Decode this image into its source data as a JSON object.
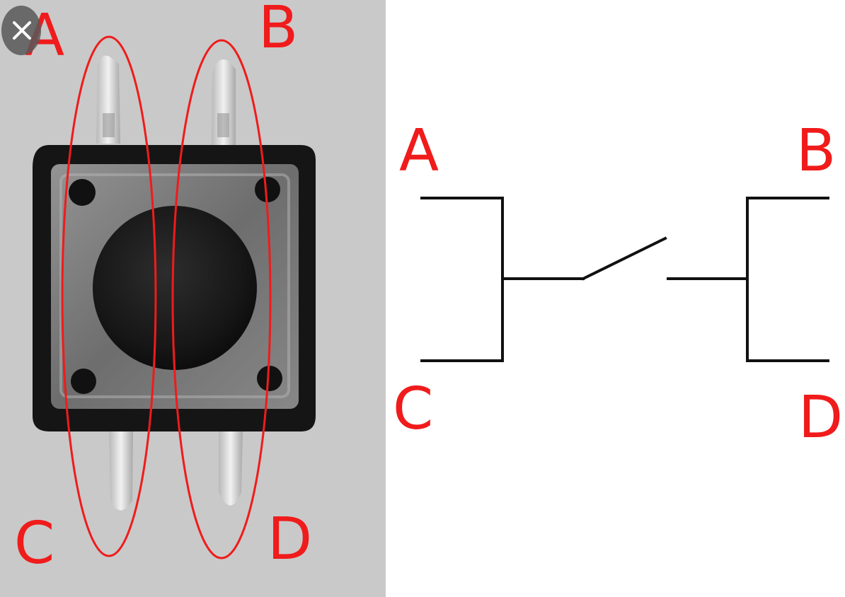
{
  "photo_labels": {
    "a": "A",
    "b": "B",
    "c": "C",
    "d": "D"
  },
  "schematic_labels": {
    "a": "A",
    "b": "B",
    "c": "C",
    "d": "D"
  },
  "colors": {
    "label_red": "#f01b1b",
    "wire_black": "#111111",
    "photo_background": "#c9c9c9",
    "button_body": "#151515",
    "button_plate": "#8a8a8a",
    "button_cap": "#1f1f1f",
    "pin_metal": "#d6d6d6"
  },
  "icons": {
    "close": "close-icon"
  }
}
